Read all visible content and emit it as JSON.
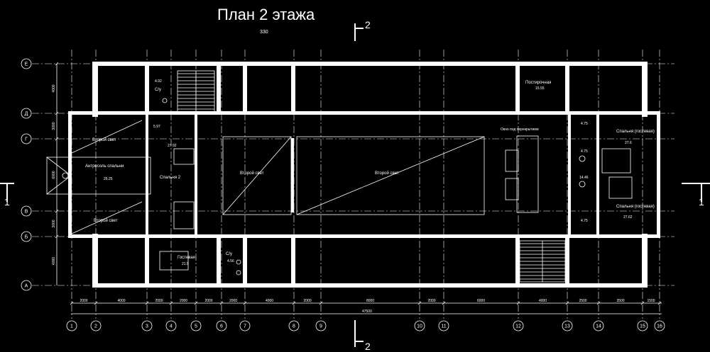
{
  "title": "План 2 этажа",
  "subtitle": "330",
  "section_mark": "2",
  "axis_mark": "1",
  "column_axes": [
    "1",
    "2",
    "3",
    "4",
    "5",
    "6",
    "7",
    "8",
    "9",
    "10",
    "11",
    "12",
    "13",
    "14",
    "15",
    "16"
  ],
  "row_axes": [
    "Е",
    "Д",
    "Г",
    "В",
    "Б",
    "А"
  ],
  "dimensions_bottom": [
    "2000",
    "4000",
    "2000",
    "2000",
    "2000",
    "2000",
    "4000",
    "2000",
    "8000",
    "2000",
    "6000",
    "4000",
    "2500",
    "3500",
    "1500"
  ],
  "total_dimension": "47500",
  "dimensions_left": [
    "4000",
    "3000",
    "6000",
    "3000",
    "4000"
  ],
  "rooms": {
    "vtoroy_svet": "Второй свет",
    "antresol": "Антресоль спальни",
    "antresol_area": "26.25",
    "spalnya2": "Спальня 2",
    "spalnya2_area": "27.92",
    "su": "С/у",
    "su1_area": "4.92",
    "su2_area": "4.56",
    "gostevaya": "Гостевая",
    "gostevaya_area": "21.5",
    "postirochnaya": "Постирочная",
    "postirochnaya_area": "15.55",
    "okno": "Окно под перекрытием",
    "spalnya_gost": "Спальня (гостевая)",
    "spalnya_gost1_area": "27.6",
    "spalnya_gost2_area": "27.62",
    "small_area1": "5.97",
    "small_area2": "4.75",
    "small_area3": "4.75",
    "small_area4": "14.46",
    "small_area5": "4.75"
  }
}
